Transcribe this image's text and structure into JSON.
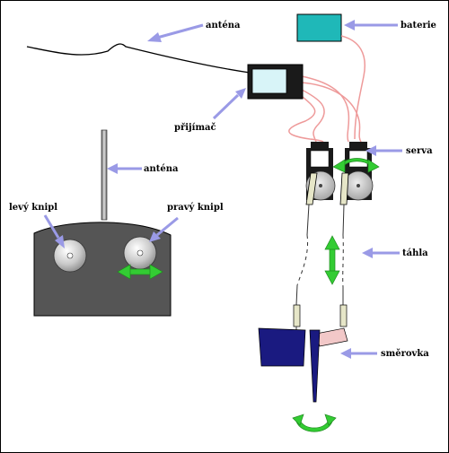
{
  "labels": {
    "antenna_top": "anténa",
    "battery": "baterie",
    "receiver": "přijímač",
    "servos": "serva",
    "antenna_tx": "anténa",
    "left_stick": "levý knipl",
    "right_stick": "pravý knipl",
    "pushrods": "táhla",
    "rudder": "směrovka"
  },
  "colors": {
    "pointer": "#9a9ae6",
    "battery": "#1fb8b8",
    "receiver_screen": "#d8f4f8",
    "wire_red": "#ee9a9a",
    "green_arrow": "#33cc33",
    "navy": "#1a1a80",
    "transmitter": "#555555",
    "rudder_horn": "#f2c8c8"
  }
}
